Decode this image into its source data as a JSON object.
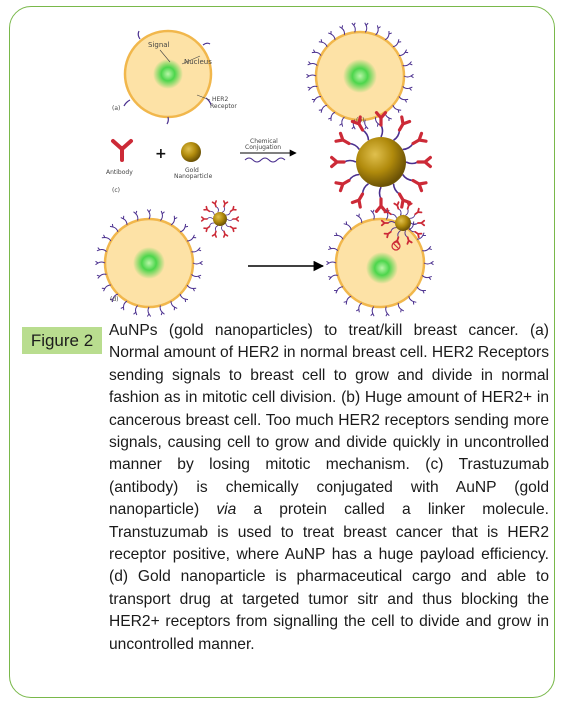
{
  "figure": {
    "badge": "Figure 2",
    "panel_a": {
      "label": "(a)",
      "signal": "Signal",
      "nucleus": "Nucleus",
      "receptor_line1": "HER2",
      "receptor_line2": "Receptor"
    },
    "panel_b": {
      "label": "(b)"
    },
    "panel_c": {
      "label": "(c)",
      "antibody": "Antibody",
      "gold_line1": "Gold",
      "gold_line2": "Nanoparticle",
      "plus": "+",
      "arrow_line1": "Chemical",
      "arrow_line2": "Conjugation"
    },
    "panel_d": {
      "label": "(d)"
    },
    "caption": {
      "part1": "AuNPs (gold nanoparticles) to treat/kill breast cancer. (a) Normal amount of HER2 in normal breast cell. HER2 Receptors sending signals to breast cell to grow and divide in normal fashion as in mitotic cell division. (b) Huge amount of HER2+ in cancerous breast cell. Too much HER2 receptors sending more signals, causing cell to grow and divide quickly in uncontrolled manner by losing mitotic mechanism. (c) Trastuzumab (antibody) is chemically conjugated with AuNP (gold nanoparticle) ",
      "italic": "via",
      "part2": " a protein called a linker molecule. Transtuzumab is used to treat breast cancer that is HER2 receptor positive, where AuNP has a huge payload efficiency. (d) Gold nanoparticle is pharmaceutical cargo and able to transport drug at targeted tumor sitr and thus blocking the HER2+ receptors from signalling the cell to divide and grow in uncontrolled manner."
    }
  },
  "colors": {
    "border": "#79b84a",
    "badge": "#b9dd8f",
    "cell_fill": "#fde2a6",
    "cell_edge": "#f1b74c",
    "nucleus": "#4cd64c",
    "gold": "#b08a0c",
    "antibody": "#cc2a37",
    "receptor": "#4a2f8e"
  }
}
